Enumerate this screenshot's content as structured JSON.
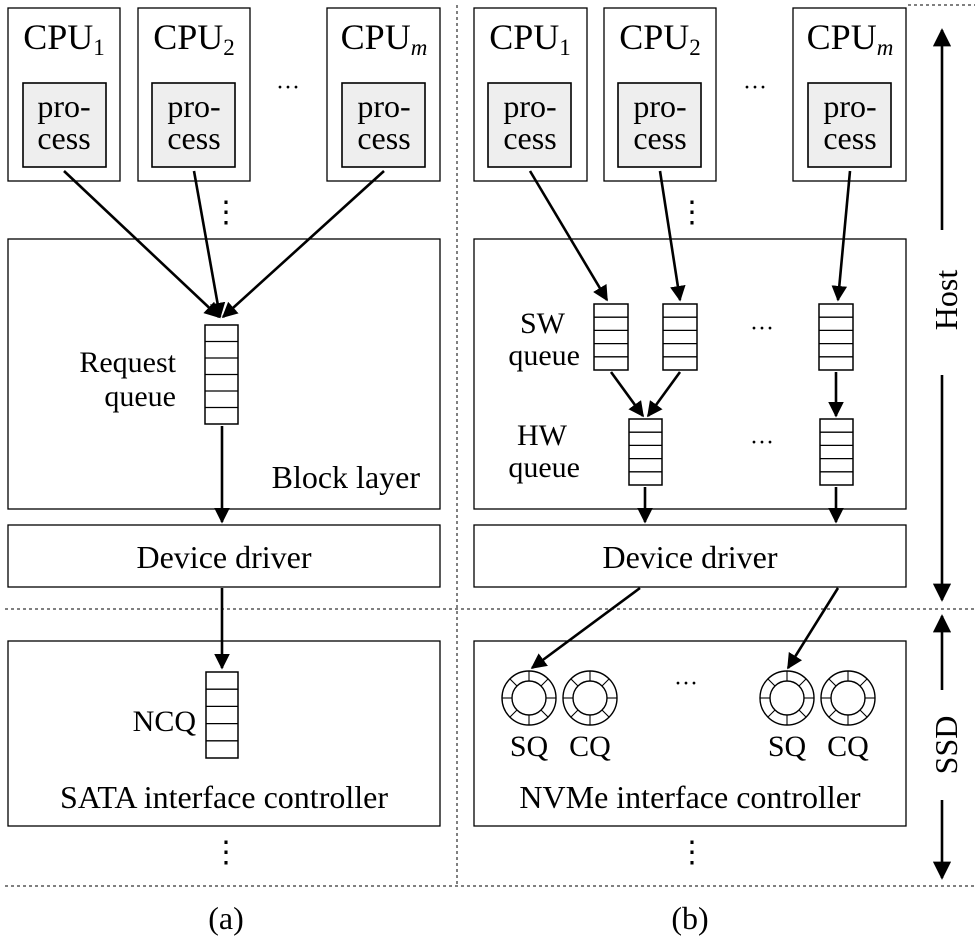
{
  "cpu": {
    "prefix": "CPU",
    "subscripts": [
      "1",
      "2",
      "m"
    ]
  },
  "process": {
    "line1": "pro-",
    "line2": "cess"
  },
  "ellipsis": "···",
  "vdots": "⋮",
  "left": {
    "request_queue": [
      "Request",
      "queue"
    ],
    "block_layer": "Block layer",
    "device_driver": "Device driver",
    "ncq": "NCQ",
    "controller": "SATA interface controller",
    "caption": "(a)"
  },
  "right": {
    "sw_queue": [
      "SW",
      "queue"
    ],
    "hw_queue": [
      "HW",
      "queue"
    ],
    "device_driver": "Device driver",
    "sq": "SQ",
    "cq": "CQ",
    "controller": "NVMe interface controller",
    "caption": "(b)"
  },
  "side": {
    "host": "Host",
    "ssd": "SSD"
  }
}
